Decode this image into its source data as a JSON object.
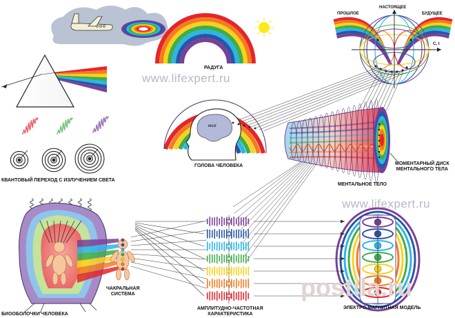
{
  "watermarks": {
    "top": "www.lifexpert.ru",
    "middle": "www.lifexpert.ru",
    "corner": "postila.ru"
  },
  "labels": {
    "rainbow": "РАДУГА",
    "past": "ПРОШЛОЕ",
    "present": "НАСТОЯЩЕЕ",
    "future": "БУДУЩЕЕ",
    "axis": "С, t",
    "head": "ГОЛОВА ЧЕЛОВЕКА",
    "brain": "мозг",
    "quantum": "КВАНТОВЫЙ ПЕРЕХОД С ИЗЛУЧЕНИЕМ СВЕТА",
    "mental": "МЕНТАЛЬНОЕ ТЕЛО",
    "disk_line1": "МОМЕНТАРНЫЙ ДИСК",
    "disk_line2": "МЕНТАЛЬНОГО ТЕЛА",
    "chakra_line1": "ЧАКРАЛЬНАЯ",
    "chakra_line2": "СИСТЕМА",
    "bio": "БИООБОЛОЧКИ ЧЕЛОВЕКА",
    "amp_line1": "АМПЛИТУДНО-ЧАСТОТНАЯ",
    "amp_line2": "ХАРАКТЕРИСТИКА",
    "em": "ЭЛЕКТРО-МАГНИТНАЯ МОДЕЛЬ"
  },
  "colors": {
    "spectrum": [
      "#e4262b",
      "#f47b20",
      "#fbd11a",
      "#3fae49",
      "#2bb5e8",
      "#2a55a5",
      "#7b3f98"
    ],
    "cloud": "#b9c3d3",
    "sun": "#ffe81a",
    "outline": "#222222"
  }
}
